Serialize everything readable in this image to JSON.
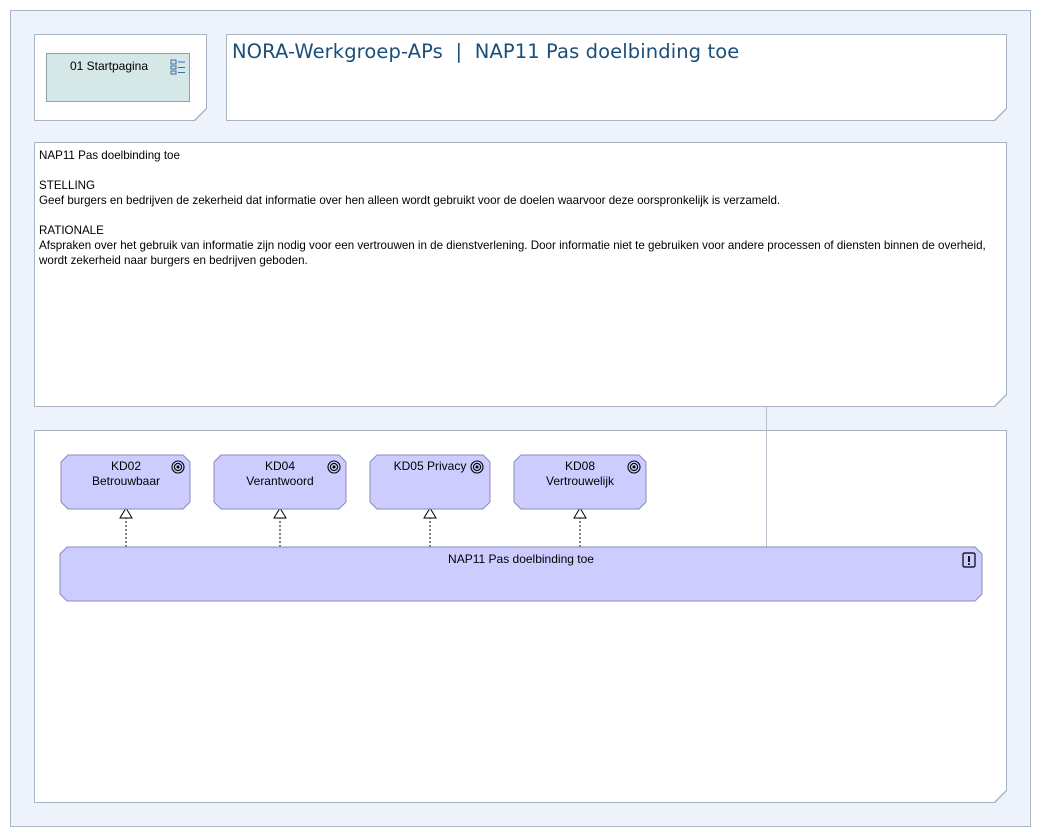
{
  "nav": {
    "label": "01 Startpagina",
    "icon": "navigation-icon"
  },
  "header": {
    "title": "NORA-Werkgroep-APs  |  NAP11 Pas doelbinding toe"
  },
  "description": {
    "title": "NAP11 Pas doelbinding toe",
    "statement_heading": "STELLING",
    "statement": "Geef burgers en bedrijven de zekerheid dat informatie over hen alleen wordt gebruikt voor de doelen waarvoor deze oorspronkelijk is verzameld.",
    "rationale_heading": "RATIONALE",
    "rationale": "Afspraken over het gebruik van informatie zijn nodig voor een vertrouwen in de dienstverlening. Door informatie niet te gebruiken voor andere processen of diensten binnen de overheid, wordt zekerheid naar burgers en bedrijven geboden."
  },
  "diagram": {
    "goals": [
      {
        "line1": "KD02",
        "line2": "Betrouwbaar",
        "icon": "goal-target-icon"
      },
      {
        "line1": "KD04",
        "line2": "Verantwoord",
        "icon": "goal-target-icon"
      },
      {
        "line1": "KD05 Privacy",
        "line2": "",
        "icon": "goal-target-icon"
      },
      {
        "line1": "KD08",
        "line2": "Vertrouwelijk",
        "icon": "goal-target-icon"
      }
    ],
    "principle": {
      "label": "NAP11 Pas doelbinding toe",
      "icon": "principle-exclamation-icon"
    }
  },
  "colors": {
    "goal_fill": "#ccccff",
    "goal_border": "#8a8ab8",
    "title_color": "#1b4f7a",
    "nav_fill": "#d6e7e8",
    "canvas": "#eef3fb"
  }
}
